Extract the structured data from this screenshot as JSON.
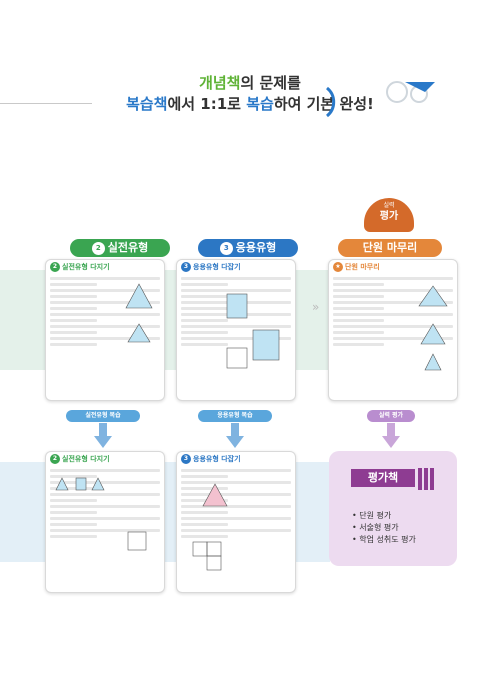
{
  "headline": {
    "line1_accent": "개념책",
    "line1_rest": "의 문제를",
    "line2_accent1": "복습책",
    "line2_mid": "에서 1:1로 ",
    "line2_accent2": "복습",
    "line2_rest": "하여 기본 완성!"
  },
  "columns": {
    "practice": {
      "label": "실전유형",
      "step": "2",
      "card_title": "실전유형 다지기",
      "arrow_label": "실전유형 복습",
      "review_card_title": "실전유형 다지기"
    },
    "applied": {
      "label": "응용유형",
      "step": "3",
      "card_title": "응용유형 다잡기",
      "arrow_label": "응용유형 복습",
      "review_card_title": "응용유형 다잡기"
    },
    "unit": {
      "label": "단원 마무리",
      "badge_small": "실력",
      "badge_big": "평가",
      "card_title": "단원 마무리",
      "arrow_label": "실력 평가"
    }
  },
  "assessment": {
    "title": "평가책",
    "items": [
      "단원 평가",
      "서술형 평가",
      "학업 성취도 평가"
    ]
  },
  "colors": {
    "green": "#3aa551",
    "blue": "#2c77c4",
    "orange": "#e4873a",
    "purple": "#8e3c92"
  }
}
